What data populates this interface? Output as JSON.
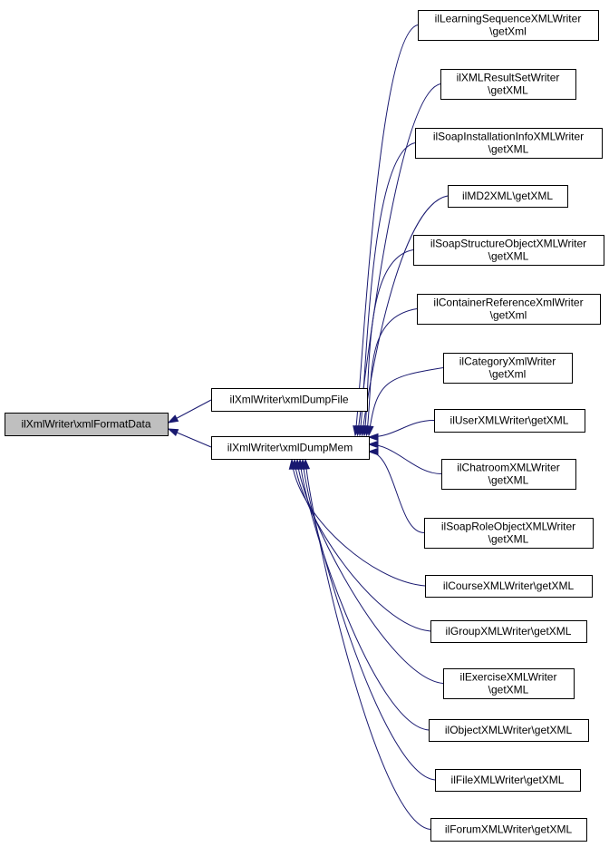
{
  "nodes": {
    "root": {
      "lines": [
        "ilXmlWriter\\xmlFormatData"
      ]
    },
    "dumpFile": {
      "lines": [
        "ilXmlWriter\\xmlDumpFile"
      ]
    },
    "dumpMem": {
      "lines": [
        "ilXmlWriter\\xmlDumpMem"
      ]
    },
    "callers": [
      {
        "lines": [
          "ilLearningSequenceXMLWriter",
          "\\getXml"
        ]
      },
      {
        "lines": [
          "ilXMLResultSetWriter",
          "\\getXML"
        ]
      },
      {
        "lines": [
          "ilSoapInstallationInfoXMLWriter",
          "\\getXML"
        ]
      },
      {
        "lines": [
          "ilMD2XML\\getXML"
        ]
      },
      {
        "lines": [
          "ilSoapStructureObjectXMLWriter",
          "\\getXML"
        ]
      },
      {
        "lines": [
          "ilContainerReferenceXmlWriter",
          "\\getXml"
        ]
      },
      {
        "lines": [
          "ilCategoryXmlWriter",
          "\\getXml"
        ]
      },
      {
        "lines": [
          "ilUserXMLWriter\\getXML"
        ]
      },
      {
        "lines": [
          "ilChatroomXMLWriter",
          "\\getXML"
        ]
      },
      {
        "lines": [
          "ilSoapRoleObjectXMLWriter",
          "\\getXML"
        ]
      },
      {
        "lines": [
          "ilCourseXMLWriter\\getXML"
        ]
      },
      {
        "lines": [
          "ilGroupXMLWriter\\getXML"
        ]
      },
      {
        "lines": [
          "ilExerciseXMLWriter",
          "\\getXML"
        ]
      },
      {
        "lines": [
          "ilObjectXMLWriter\\getXML"
        ]
      },
      {
        "lines": [
          "ilFileXMLWriter\\getXML"
        ]
      },
      {
        "lines": [
          "ilForumXMLWriter\\getXML"
        ]
      }
    ]
  },
  "colors": {
    "edge": "#191970",
    "root_fill": "#bfbfbf",
    "node_fill": "#ffffff",
    "border": "#000000"
  }
}
